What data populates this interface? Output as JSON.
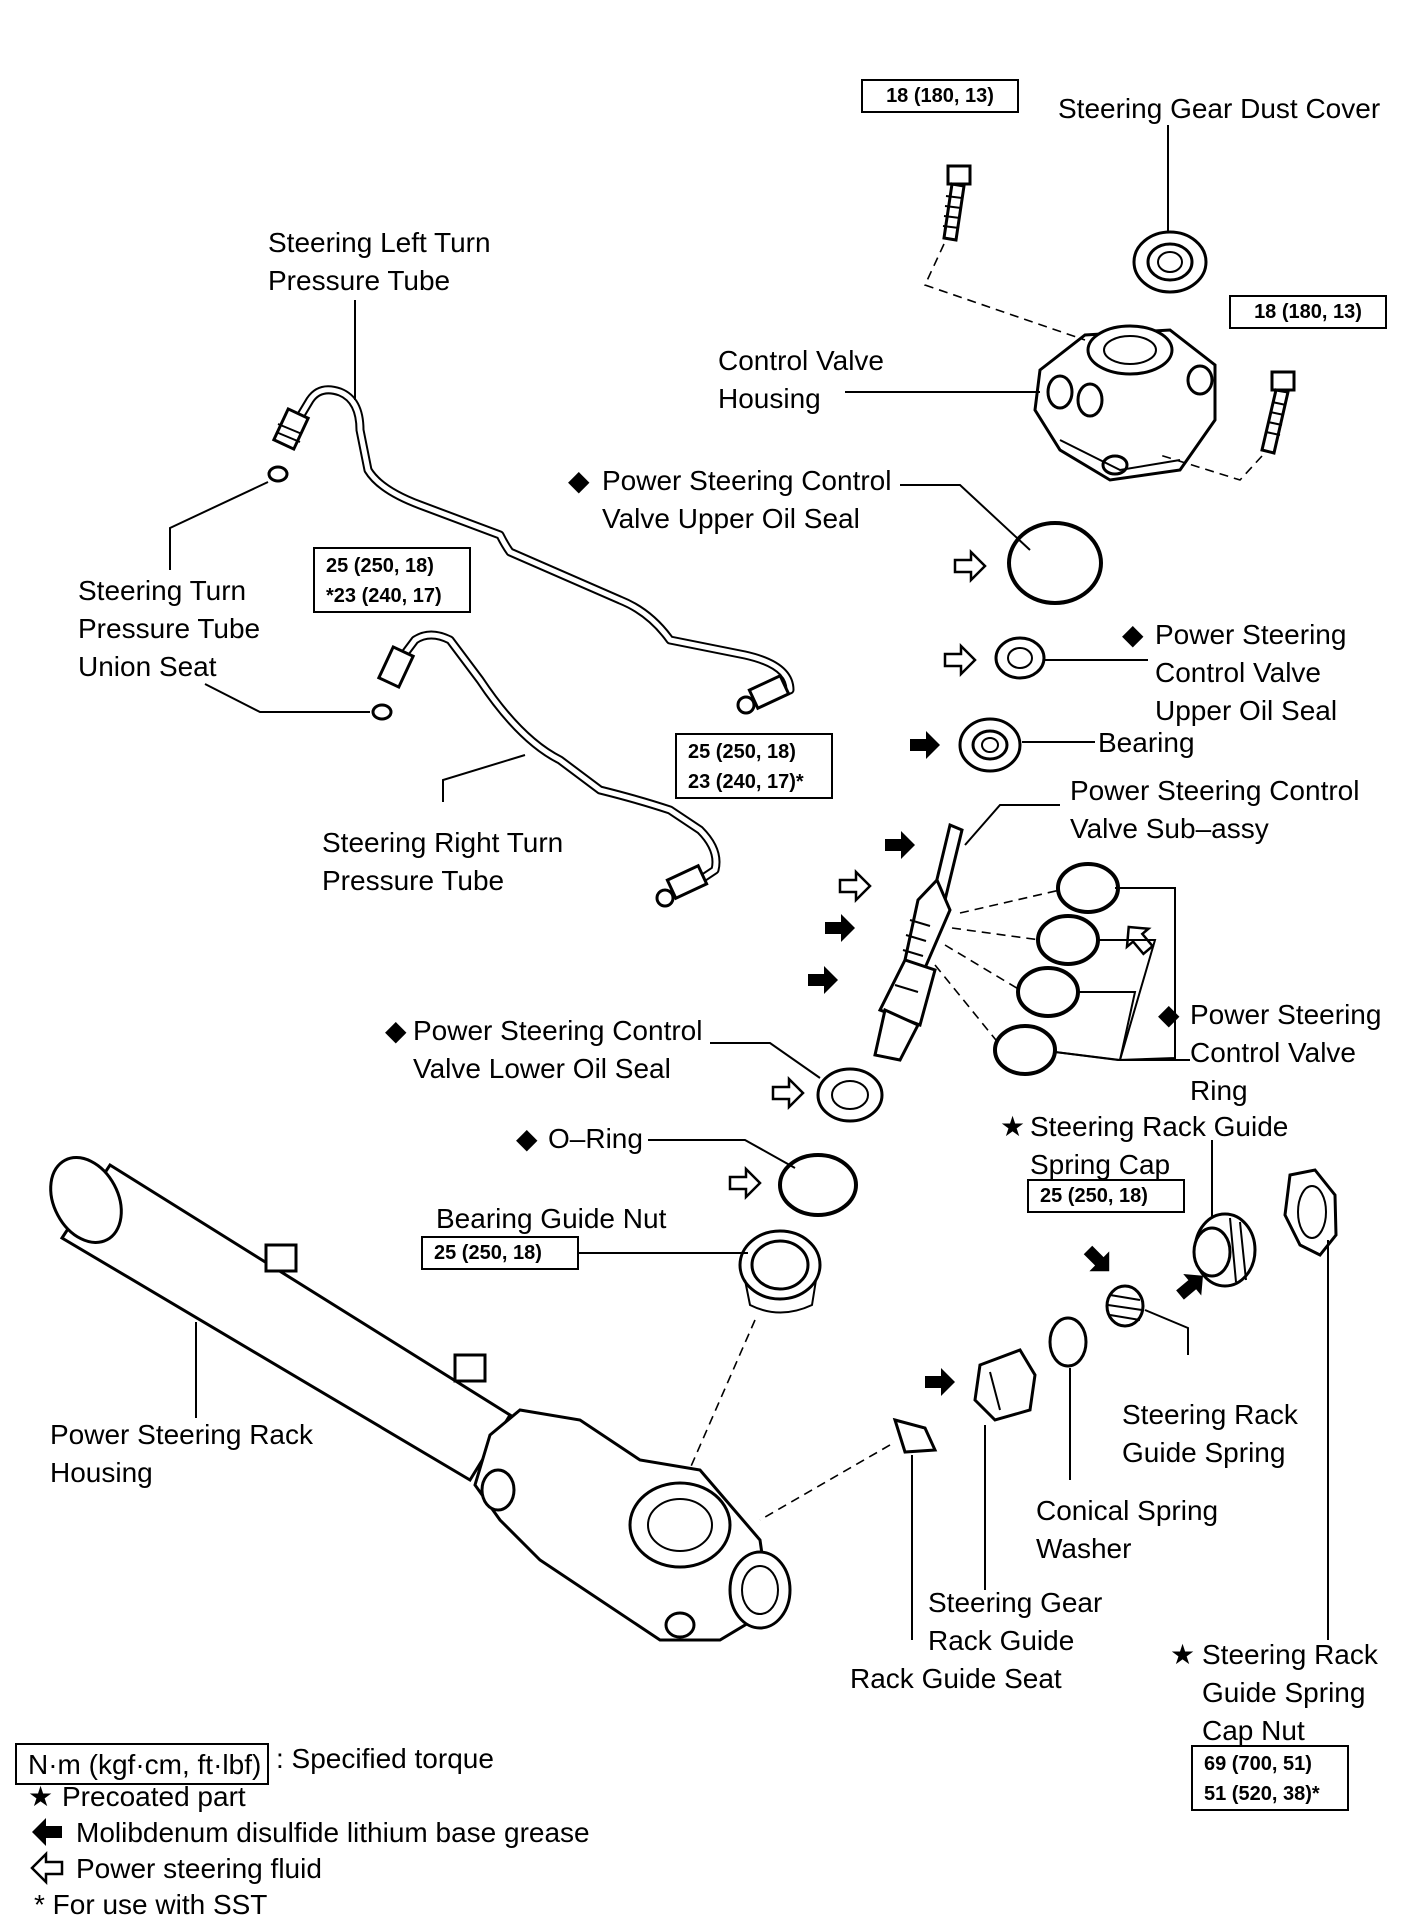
{
  "labels": {
    "dust_cover": "Steering Gear Dust Cover",
    "left_tube_1": "Steering Left Turn",
    "left_tube_2": "Pressure Tube",
    "valve_housing_1": "Control Valve",
    "valve_housing_2": "Housing",
    "upper_seal_a_1": "Power Steering Control",
    "upper_seal_a_2": "Valve Upper Oil Seal",
    "union_seat_1": "Steering Turn",
    "union_seat_2": "Pressure Tube",
    "union_seat_3": "Union Seat",
    "upper_seal_b_1": "Power Steering",
    "upper_seal_b_2": "Control Valve",
    "upper_seal_b_3": "Upper Oil Seal",
    "bearing": "Bearing",
    "valve_sub_1": "Power Steering Control",
    "valve_sub_2": "Valve Sub–assy",
    "right_tube_1": "Steering Right Turn",
    "right_tube_2": "Pressure Tube",
    "lower_seal_1": "Power Steering Control",
    "lower_seal_2": "Valve Lower Oil Seal",
    "ring_1": "Power  Steering",
    "ring_2": "Control Valve",
    "ring_3": "Ring",
    "oring": "O–Ring",
    "spring_cap_1": "Steering Rack Guide",
    "spring_cap_2": "Spring Cap",
    "bearing_nut": "Bearing Guide Nut",
    "rack_housing_1": "Power  Steering Rack",
    "rack_housing_2": "Housing",
    "guide_spring_1": "Steering Rack",
    "guide_spring_2": "Guide Spring",
    "conical_1": "Conical Spring",
    "conical_2": "Washer",
    "rack_guide_1": "Steering Gear",
    "rack_guide_2": "Rack Guide",
    "guide_seat": "Rack Guide Seat",
    "cap_nut_1": "Steering Rack",
    "cap_nut_2": "Guide Spring",
    "cap_nut_3": "Cap Nut"
  },
  "symbols": {
    "diamond": "◆",
    "star": "★"
  },
  "torque": {
    "bolt_left": "18 (180, 13)",
    "bolt_right": "18 (180, 13)",
    "left_tube_a": "25 (250, 18)",
    "left_tube_b": "*23 (240, 17)",
    "right_tube_a": "25 (250, 18)",
    "right_tube_b": "23 (240, 17)*",
    "spring_cap": "25 (250, 18)",
    "bearing_nut": "25 (250, 18)",
    "cap_nut_a": "69 (700, 51)",
    "cap_nut_b": "51 (520, 38)*"
  },
  "legend": {
    "unit_box": "N·m (kgf·cm, ft·lbf)",
    "unit_text": ": Specified torque",
    "star_text": "Precoated part",
    "grease_text": "Molibdenum disulfide lithium base grease",
    "fluid_text": "Power steering fluid",
    "sst_text": "* For use with SST"
  }
}
